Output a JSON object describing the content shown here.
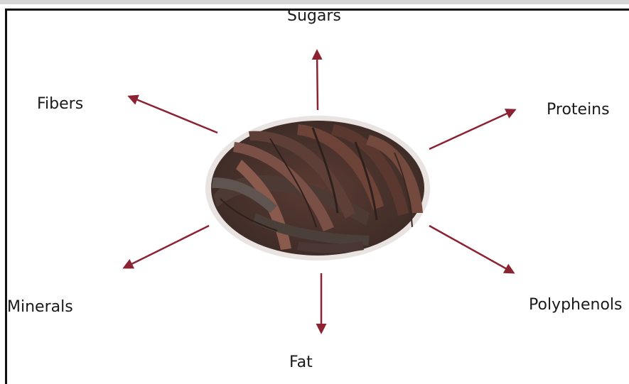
{
  "diagram": {
    "center_image": "carob-pods-photo",
    "arrow_color": "#8b2332",
    "labels": {
      "sugars": "Sugars",
      "fibers": "Fibers",
      "proteins": "Proteins",
      "minerals": "Minerals",
      "polyphenols": "Polyphenols",
      "fat": "Fat"
    }
  }
}
